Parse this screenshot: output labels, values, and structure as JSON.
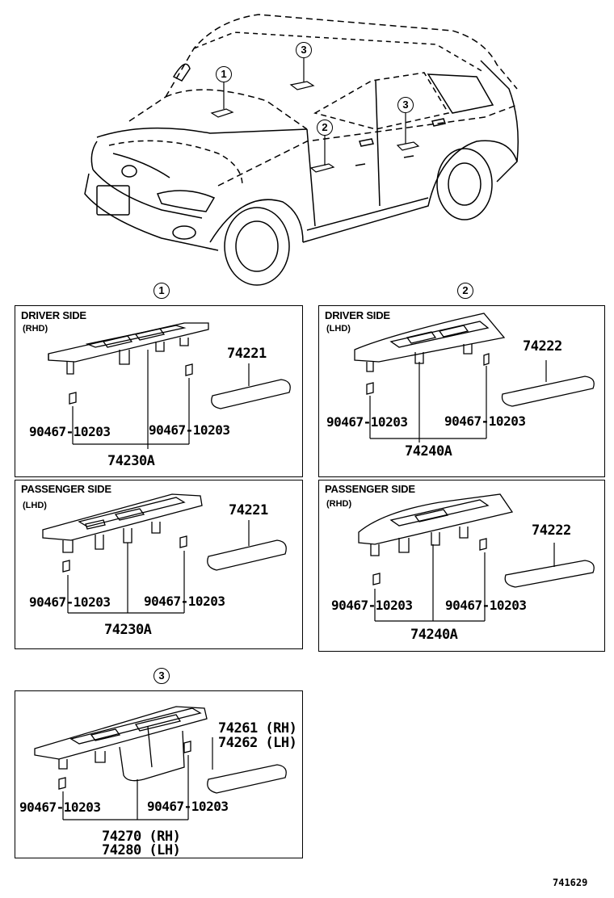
{
  "callouts": {
    "c1": "1",
    "c2": "2",
    "c3": "3"
  },
  "panel1": {
    "title": "DRIVER SIDE",
    "subtitle": "(RHD)",
    "part_cover": "74221",
    "clip_left": "90467-10203",
    "clip_right": "90467-10203",
    "assembly": "74230A"
  },
  "panel2": {
    "title": "DRIVER SIDE",
    "subtitle": "(LHD)",
    "part_cover": "74222",
    "clip_left": "90467-10203",
    "clip_right": "90467-10203",
    "assembly": "74240A"
  },
  "panel3": {
    "title": "PASSENGER SIDE",
    "subtitle": "(LHD)",
    "part_cover": "74221",
    "clip_left": "90467-10203",
    "clip_right": "90467-10203",
    "assembly": "74230A"
  },
  "panel4": {
    "title": "PASSENGER SIDE",
    "subtitle": "(RHD)",
    "part_cover": "74222",
    "clip_left": "90467-10203",
    "clip_right": "90467-10203",
    "assembly": "74240A"
  },
  "panel5": {
    "part_cover_rh": "74261 (RH)",
    "part_cover_lh": "74262 (LH)",
    "clip_left": "90467-10203",
    "clip_right": "90467-10203",
    "assembly_rh": "74270 (RH)",
    "assembly_lh": "74280 (LH)"
  },
  "figure_number": "741629"
}
